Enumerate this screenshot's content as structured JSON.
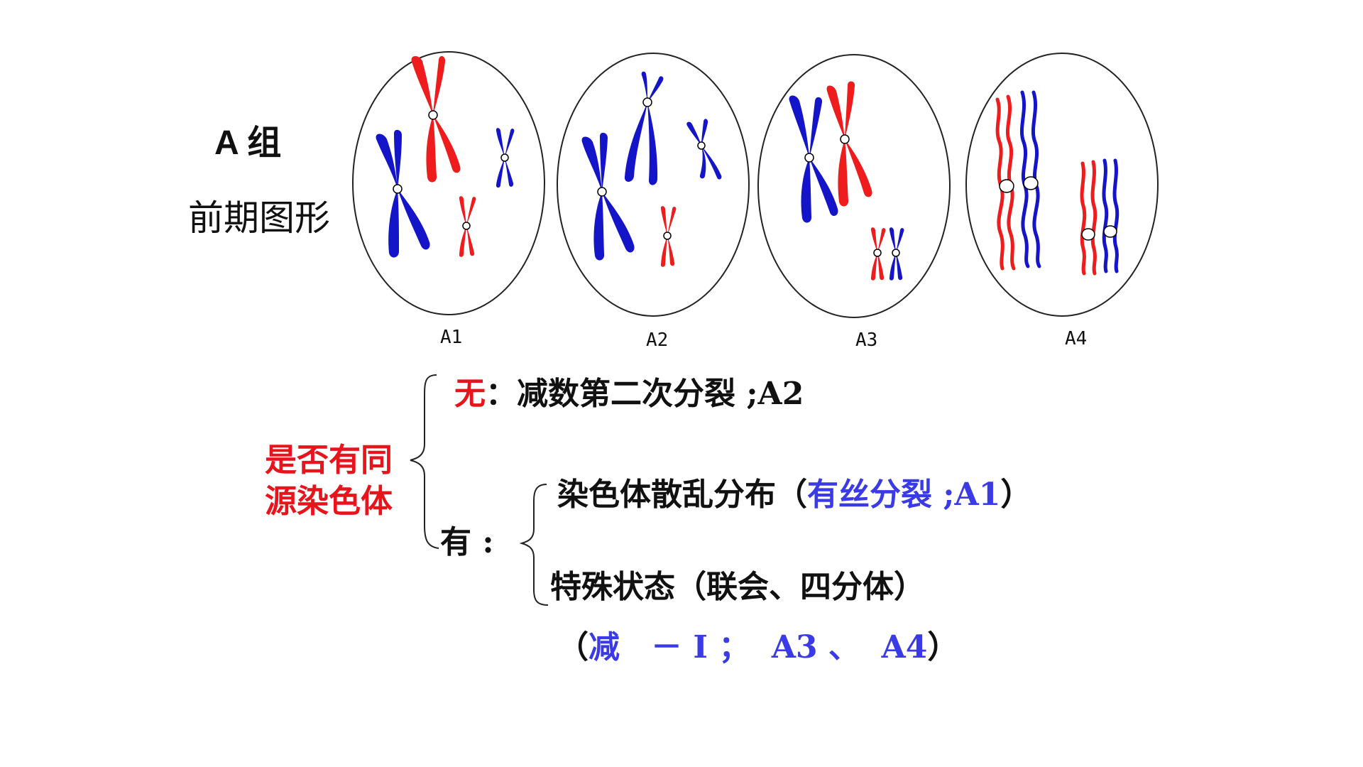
{
  "header": {
    "group_label": "A 组",
    "subtitle": "前期图形"
  },
  "cells": [
    {
      "label": "A1"
    },
    {
      "label": "A2"
    },
    {
      "label": "A3"
    },
    {
      "label": "A4"
    }
  ],
  "colors": {
    "red": "#e8141b",
    "blue": "#3a3ae6",
    "chromosome_blue": "#1414c8",
    "chromosome_red": "#ee1c1c"
  },
  "tree": {
    "root_line1": "是否有同",
    "root_line2": "源染色体",
    "no_key": "无",
    "no_text": "：减数第二次分裂 ;A2",
    "yes_key": "有 :",
    "scatter_text": "染色体散乱分布（",
    "scatter_blue": "有丝分裂 ;A1",
    "scatter_close": "）",
    "special_text": "特殊状态（联会、四分体）",
    "meiosis_open": "（",
    "meiosis_blue": "减　－ I ；  A3 、  A4",
    "meiosis_close": "）"
  }
}
